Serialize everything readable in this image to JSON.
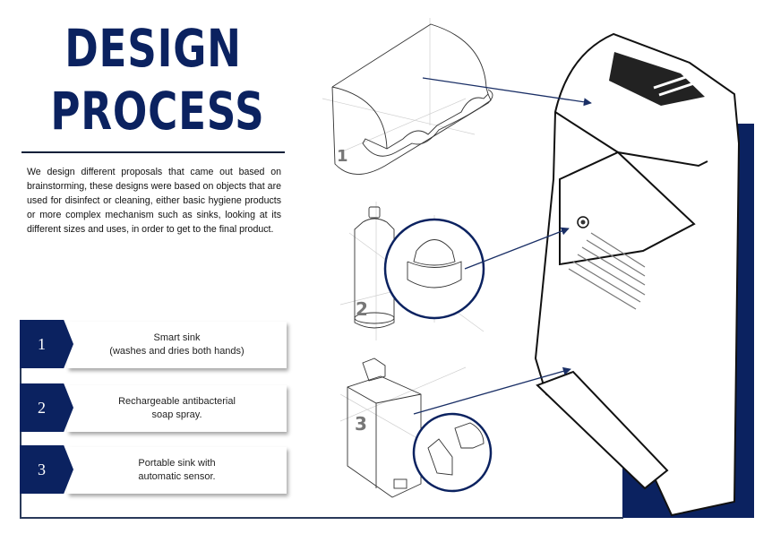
{
  "header": {
    "title_line1": "DESIGN",
    "title_line2": "PROCESS"
  },
  "intro_text": "We design different proposals that came out based on brainstorming, these designs were based on objects that are used for disinfect or cleaning, either basic hygiene products or more complex mechanism such as sinks, looking at its different sizes and uses, in order to get to the final product.",
  "steps": [
    {
      "number": "1",
      "line1": "Smart sink",
      "line2": "(washes and dries both hands)"
    },
    {
      "number": "2",
      "line1": "Rechargeable antibacterial",
      "line2": "soap spray."
    },
    {
      "number": "3",
      "line1": "Portable sink with",
      "line2": "automatic sensor."
    }
  ],
  "sketch_labels": {
    "sketch1": "1",
    "sketch2": "2",
    "sketch3": "3"
  },
  "colors": {
    "navy": "#0b2260",
    "arrow": "#1a2f66",
    "line": "#0b2039"
  }
}
